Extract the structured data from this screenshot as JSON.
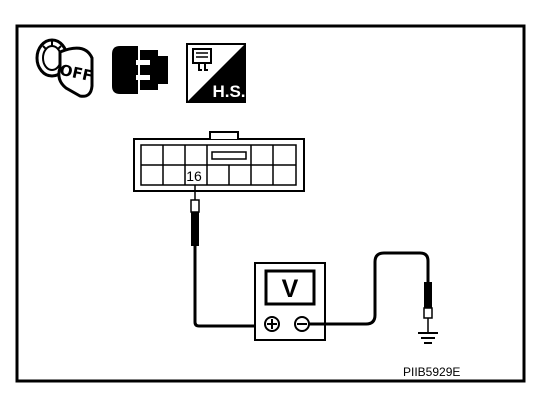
{
  "icons": {
    "ignition_key_label": "OFF",
    "connector_icon": "connector-disconnected-icon",
    "harness_side_label": "H.S."
  },
  "connector": {
    "terminal_label": "16"
  },
  "meter": {
    "display_label": "V",
    "positive_symbol": "⊕",
    "negative_symbol": "⊖"
  },
  "ground_icon": "ground-symbol-icon",
  "figure_code": "PIIB5929E"
}
